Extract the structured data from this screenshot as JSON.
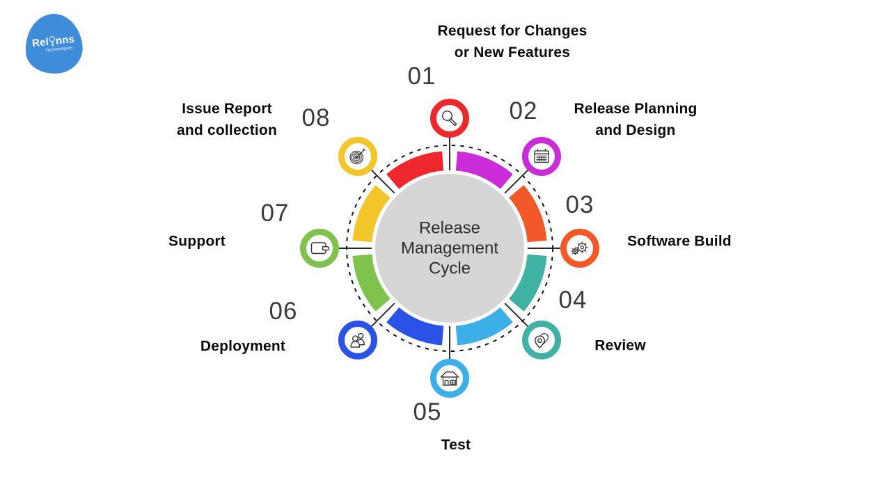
{
  "logo": {
    "text_left": "Rel",
    "text_right": "nns",
    "subtitle": "Technologies",
    "color": "#3F8CDB"
  },
  "diagram": {
    "center": {
      "title": "Release\nManagement\nCycle",
      "fill": "#D6D6D6"
    },
    "steps": [
      {
        "number": "01",
        "label": "Request for Changes\nor New Features",
        "color": "#EE282D",
        "icon": "magnifier-icon"
      },
      {
        "number": "02",
        "label": "Release Planning\nand Design",
        "color": "#CA2CD8",
        "icon": "calendar-icon"
      },
      {
        "number": "03",
        "label": "Software Build",
        "color": "#F15A28",
        "icon": "gears-icon"
      },
      {
        "number": "04",
        "label": "Review",
        "color": "#3FB2A4",
        "icon": "location-pins-icon"
      },
      {
        "number": "05",
        "label": "Test",
        "color": "#3DAFE8",
        "icon": "house-icon"
      },
      {
        "number": "06",
        "label": "Deployment",
        "color": "#2B52E6",
        "icon": "people-icon"
      },
      {
        "number": "07",
        "label": "Support",
        "color": "#7FC24D",
        "icon": "wallet-icon"
      },
      {
        "number": "08",
        "label": "Issue Report\nand collection",
        "color": "#F2C52B",
        "icon": "target-icon"
      }
    ]
  }
}
